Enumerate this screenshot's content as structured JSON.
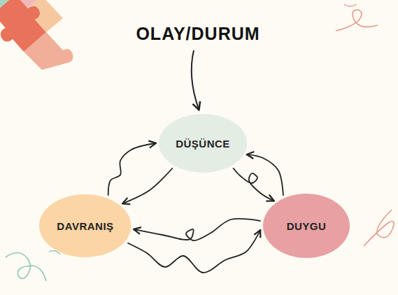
{
  "diagram": {
    "title": "OLAY/DURUM",
    "nodes": [
      {
        "text": [
          "DÜŞÜNCE"
        ]
      },
      {
        "text": [
          "DAVRANIŞ"
        ]
      },
      {
        "text": [
          "DUYGU"
        ]
      }
    ],
    "edges": [
      {
        "from": 0,
        "to": 1,
        "arrow": "to"
      },
      {
        "from": 0,
        "to": 2,
        "arrow": "to"
      },
      {
        "from": 2,
        "to": 0,
        "arrow": "to"
      },
      {
        "from": 1,
        "to": 0,
        "arrow": "to"
      },
      {
        "from": 1,
        "to": 2,
        "arrow": "to"
      },
      {
        "from": 2,
        "to": 1,
        "arrow": "to"
      }
    ]
  }
}
